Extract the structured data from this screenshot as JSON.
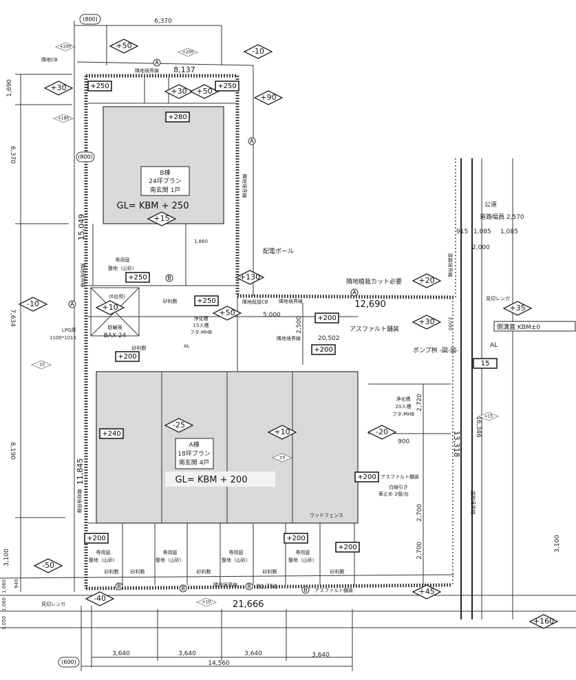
{
  "dimensions": {
    "top_bubble": "(800)",
    "top": "6,370",
    "boundary_top": "8,137",
    "left_1": "1,690",
    "left_2": "6,370",
    "left_3": "7,634",
    "left_4": "8,190",
    "left_5": "3,100",
    "left_bubble": "(800)",
    "inner_left_1": "15,049",
    "inner_left_2": "11,845",
    "mid": "12,690",
    "mid_a": "20,502",
    "bottom_boundary": "20,751",
    "bottom_total": "21,666",
    "bottom_units": [
      "3,640",
      "3,640",
      "3,640",
      "3,640"
    ],
    "bottom_sum": "14,560",
    "bottom_bubble": "(600)",
    "bottom_left": [
      "1,060",
      "940",
      "1,060",
      "1,050"
    ],
    "right_1": "16,346",
    "right_2": "13,318",
    "right_3": "3,100",
    "right_4": "3,000",
    "parking_1": "5,000",
    "parking_2": "2,500",
    "parking_3": "900",
    "parking_4": "2,720",
    "parking_5": "2,700",
    "parking_6": "2,700",
    "b_inner": "1,860"
  },
  "road": {
    "name": "公道",
    "width": "道路幅員 2,570",
    "segments": [
      "915",
      "1,085",
      "1,085"
    ],
    "offset": "2,000",
    "boundary_label": "道路境界線"
  },
  "buildings": {
    "b": {
      "lines": [
        "B棟",
        "24坪プラン",
        "南玄関 1戸"
      ],
      "gl": "GL= KBM + 250"
    },
    "a": {
      "lines": [
        "A棟",
        "18坪プラン",
        "南玄関 4戸"
      ],
      "gl": "GL= KBM + 200"
    }
  },
  "labels": {
    "boundary": "隣地境界線",
    "existing_cb": "隣地CB",
    "existing_cb2": "隣地既設CB",
    "power_pole": "配電ポール",
    "cut_note": "隣地植栽カット必要",
    "edge_brick": "見切レンガ",
    "side_ditch": "側溝蓋 KBM±0",
    "al": "AL",
    "asphalt": "アスファルト舗装",
    "pump": "ポンプ桝 -図-図-",
    "wood_fence": "ウッドフェンス",
    "gravel": "砂利敷",
    "garden": [
      "専用庭",
      "整地（山砂）"
    ],
    "bike_count": "(6台用)",
    "bike": [
      "駐輪場",
      "BAX-24"
    ],
    "lpg": [
      "LPG庫",
      "1100*1015"
    ],
    "septic_1": [
      "浄化槽",
      "15人槽",
      "フタ:MHB"
    ],
    "septic_2": [
      "浄化槽",
      "20人槽",
      "フタ:MHB"
    ],
    "parking_note": [
      "白線引き",
      "車止め 2個/台"
    ],
    "circle_a": "A",
    "circle_b": "B"
  },
  "elevations": [
    "+50",
    "-10",
    "+30",
    "+30",
    "+50",
    "+90",
    "+15",
    "+130",
    "+20",
    "+35",
    "+30",
    "-10",
    "+10",
    "+50",
    "-25",
    "+10",
    "-20",
    "-50",
    "-40",
    "+45",
    "+160"
  ],
  "small_elevations": [
    "+200",
    "+200",
    "+180",
    "+10",
    "±0",
    "+15",
    "-10"
  ],
  "level_boxes": [
    "+250",
    "+250",
    "+280",
    "+250",
    "+250",
    "+200",
    "+200",
    "+200",
    "+240",
    "+200",
    "+200",
    "+200",
    "+200",
    "15"
  ]
}
